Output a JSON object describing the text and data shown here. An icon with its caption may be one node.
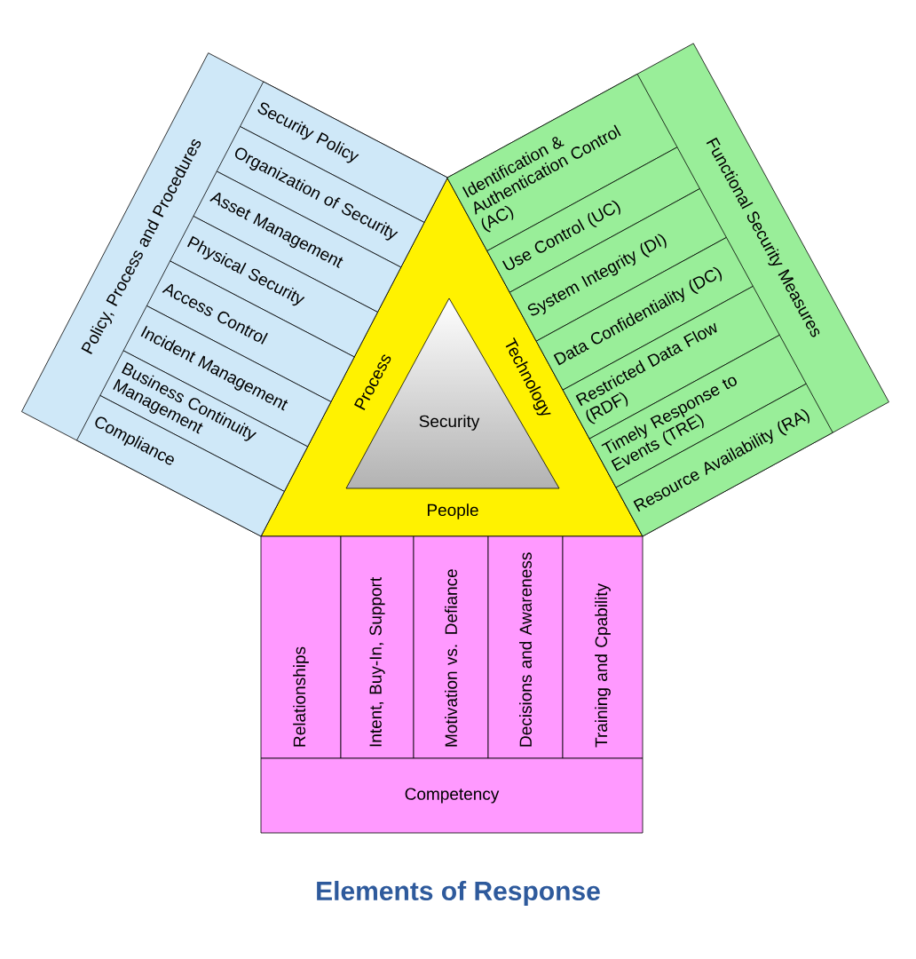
{
  "diagram": {
    "title": "Elements of Response",
    "nodes": [
      {
        "text": [
          "Process",
          "Technology",
          "People"
        ]
      },
      {
        "text": [
          "Security"
        ],
        "in": 0
      },
      {
        "text": [
          "Policy, Process and Procedures"
        ]
      },
      {
        "text": [
          "Security Policy"
        ],
        "in": 2
      },
      {
        "text": [
          "Organization of Security"
        ],
        "in": 2
      },
      {
        "text": [
          "Asset Management"
        ],
        "in": 2
      },
      {
        "text": [
          "Physical Security"
        ],
        "in": 2
      },
      {
        "text": [
          "Access Control"
        ],
        "in": 2
      },
      {
        "text": [
          "Incident Management"
        ],
        "in": 2
      },
      {
        "text": [
          "Business Continuity Management"
        ],
        "in": 2
      },
      {
        "text": [
          "Compliance"
        ],
        "in": 2
      },
      {
        "text": [
          "Functional Security Measures"
        ]
      },
      {
        "text": [
          "Identification & Authentication Control (AC)"
        ],
        "in": 11
      },
      {
        "text": [
          "Use Control (UC)"
        ],
        "in": 11
      },
      {
        "text": [
          "System Integrity (DI)"
        ],
        "in": 11
      },
      {
        "text": [
          "Data Confidentiality (DC)"
        ],
        "in": 11
      },
      {
        "text": [
          "Restricted Data Flow (RDF)"
        ],
        "in": 11
      },
      {
        "text": [
          "Timely Response to Events (TRE)"
        ],
        "in": 11
      },
      {
        "text": [
          "Resource Availability (RA)"
        ],
        "in": 11
      },
      {
        "text": [
          "Relationships"
        ]
      },
      {
        "text": [
          "Intent, Buy-In, Support"
        ]
      },
      {
        "text": [
          "Motivation vs. Defiance"
        ]
      },
      {
        "text": [
          "Decisions and Awareness"
        ]
      },
      {
        "text": [
          "Training and Cpability"
        ]
      },
      {
        "text": [
          "Competency"
        ]
      }
    ]
  }
}
